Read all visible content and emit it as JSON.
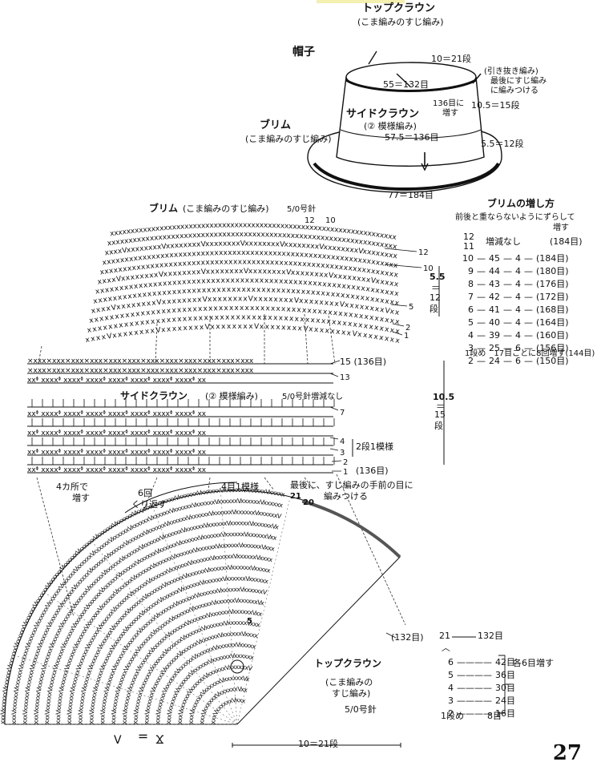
{
  "overview": {
    "title": "帽子",
    "top_crown": "トップクラウン",
    "top_crown_sub": "(こま編みのすじ編み)",
    "top_rows": "10＝21段",
    "note1": "(引き抜き編み)",
    "note2": "最後にすじ編み",
    "note3": "に編みつける",
    "circ_top": "55＝132目",
    "inc136_1": "136目に",
    "inc136_2": "増す",
    "side_rows": "10.5＝15段",
    "side_crown": "サイドクラウン",
    "side_crown_sub": "(② 模様編み)",
    "brim": "ブリム",
    "brim_sub": "(こま編みのすじ編み)",
    "circ_side": "57.5＝136目",
    "brim_rows": "5.5＝12段",
    "circ_brim": "77＝184目"
  },
  "brim_chart": {
    "title": "ブリム",
    "sub": "(こま編みのすじ編み)",
    "hook": "5/0号針",
    "row_labels": [
      "12",
      "10",
      "5",
      "2",
      "1"
    ],
    "top_labels": [
      "12",
      "10"
    ],
    "dim_a": "5.5",
    "dim_b": "＝",
    "dim_c": "12",
    "dim_d": "段"
  },
  "side_chart": {
    "title": "サイドクラウン",
    "sub": "(② 模様編み)",
    "hook": "5/0号針増減なし",
    "r15": "15 (136目)",
    "r13": "13",
    "r7": "7",
    "r4": "4",
    "r3": "3",
    "r2": "2",
    "r1": "1",
    "repeat": "2段1模様",
    "count": "(136目)",
    "dim_a": "10.5",
    "dim_b": "＝",
    "dim_c": "15",
    "dim_d": "段",
    "inc_a": "4カ所で",
    "inc_b": "増す",
    "pattern_unit": "4目1模様",
    "last_a": "最後に、すじ編みの手前の目に",
    "last_b": "編みつける"
  },
  "top_chart": {
    "repeat6_a": "6回",
    "repeat6_b": "くり返す",
    "row21": "21",
    "row20": "20",
    "row5": "5",
    "count132": "(132目)",
    "title": "トップクラウン",
    "sub_a": "(こま編みの",
    "sub_b": "すじ編み)",
    "hook": "5/0号針",
    "bottom_dim": "10＝21段"
  },
  "brim_increase": {
    "title": "ブリムの増し方",
    "note_a": "前後と重ならないようにずらして",
    "note_b": "増す",
    "r12": "12",
    "r11": "11",
    "nochange": "増減なし",
    "total": "(184目)",
    "rows": [
      {
        "row": "10",
        "a": "45",
        "b": "4",
        "c": "(184目)"
      },
      {
        "row": "9",
        "a": "44",
        "b": "4",
        "c": "(180目)"
      },
      {
        "row": "8",
        "a": "43",
        "b": "4",
        "c": "(176目)"
      },
      {
        "row": "7",
        "a": "42",
        "b": "4",
        "c": "(172目)"
      },
      {
        "row": "6",
        "a": "41",
        "b": "4",
        "c": "(168目)"
      },
      {
        "row": "5",
        "a": "40",
        "b": "4",
        "c": "(164目)"
      },
      {
        "row": "4",
        "a": "39",
        "b": "4",
        "c": "(160目)"
      },
      {
        "row": "3",
        "a": "25",
        "b": "6",
        "c": "(156目)"
      },
      {
        "row": "2",
        "a": "24",
        "b": "6",
        "c": "(150目)"
      }
    ],
    "first": "1段め　17目ごとに8回増す(144目)"
  },
  "crown_increase": {
    "r21": "21",
    "v21": "132目",
    "tilde": "〈",
    "rows": [
      {
        "row": "6",
        "v": "42目"
      },
      {
        "row": "5",
        "v": "36目"
      },
      {
        "row": "4",
        "v": "30目"
      },
      {
        "row": "3",
        "v": "24目"
      },
      {
        "row": "2",
        "v": "16目"
      }
    ],
    "first": "1段め",
    "first_v": "8目",
    "each": "各6目増す"
  },
  "legend": {
    "eq": "＝"
  },
  "page_number": "27"
}
